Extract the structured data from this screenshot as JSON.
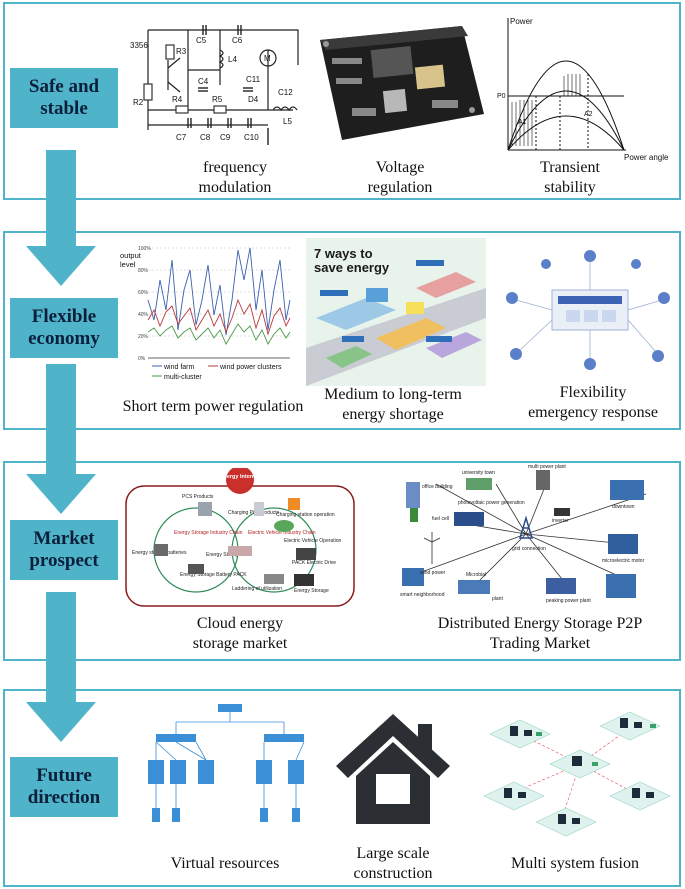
{
  "sections": [
    {
      "label_l1": "Safe and",
      "label_l2": "stable",
      "captions": [
        {
          "l1": "frequency",
          "l2": "modulation"
        },
        {
          "l1": "Voltage",
          "l2": "regulation"
        },
        {
          "l1": "Transient",
          "l2": "stability"
        }
      ]
    },
    {
      "label_l1": "Flexible",
      "label_l2": "economy",
      "captions": [
        {
          "l1": "Short term power regulation",
          "l2": ""
        },
        {
          "l1": "Medium to long-term",
          "l2": "energy shortage"
        },
        {
          "l1": "Flexibility",
          "l2": "emergency response"
        }
      ]
    },
    {
      "label_l1": "Market",
      "label_l2": "prospect",
      "captions": [
        {
          "l1": "Cloud energy",
          "l2": "storage market"
        },
        {
          "l1": "Distributed Energy Storage P2P",
          "l2": "Trading Market"
        }
      ]
    },
    {
      "label_l1": "Future",
      "label_l2": "direction",
      "captions": [
        {
          "l1": "Virtual resources",
          "l2": ""
        },
        {
          "l1": "Large scale",
          "l2": "construction"
        },
        {
          "l1": "Multi system fusion",
          "l2": ""
        }
      ]
    }
  ],
  "circuit": {
    "labels": [
      "3356",
      "R3",
      "C5",
      "C6",
      "R2",
      "R4",
      "C4",
      "L4",
      "R5",
      "C11",
      "D4",
      "C12",
      "L5",
      "C7",
      "C8",
      "C9",
      "C10",
      "M"
    ]
  },
  "transient": {
    "y_label": "Power",
    "x_label": "Power angle",
    "p0": "P0",
    "a1": "A1",
    "a2": "A2"
  },
  "power_chart": {
    "y_label_l1": "output",
    "y_label_l2": "level",
    "legend": [
      "wind farm",
      "wind power clusters",
      "multi-cluster"
    ],
    "ticks": [
      "0%",
      "20%",
      "40%",
      "60%",
      "80%",
      "100%"
    ]
  },
  "energy_poster": {
    "title_l1": "7 ways to",
    "title_l2": "save energy"
  },
  "cloud_market": {
    "center": "Energy Internet",
    "items": [
      "PCS Products",
      "Charging Pile Products",
      "Charging station operation",
      "Energy Storage Industry Chain",
      "Electric Vehicle Industry Chain",
      "Electric Vehicle Operation",
      "Energy storage batteries",
      "Energy Storage",
      "Energy Storage Battery PACK",
      "PACK Electric Drive",
      "Laddering of utilization",
      "Energy Storage"
    ]
  },
  "p2p_market": {
    "items": [
      "university town",
      "multi power plant",
      "office building",
      "fuel cell",
      "photovoltaic power generation",
      "downtown",
      "inverter",
      "grid connection",
      "microelectric motor",
      "wind power",
      "Microbial",
      "peaking power plant",
      "smart neighborhood",
      "plant"
    ]
  }
}
